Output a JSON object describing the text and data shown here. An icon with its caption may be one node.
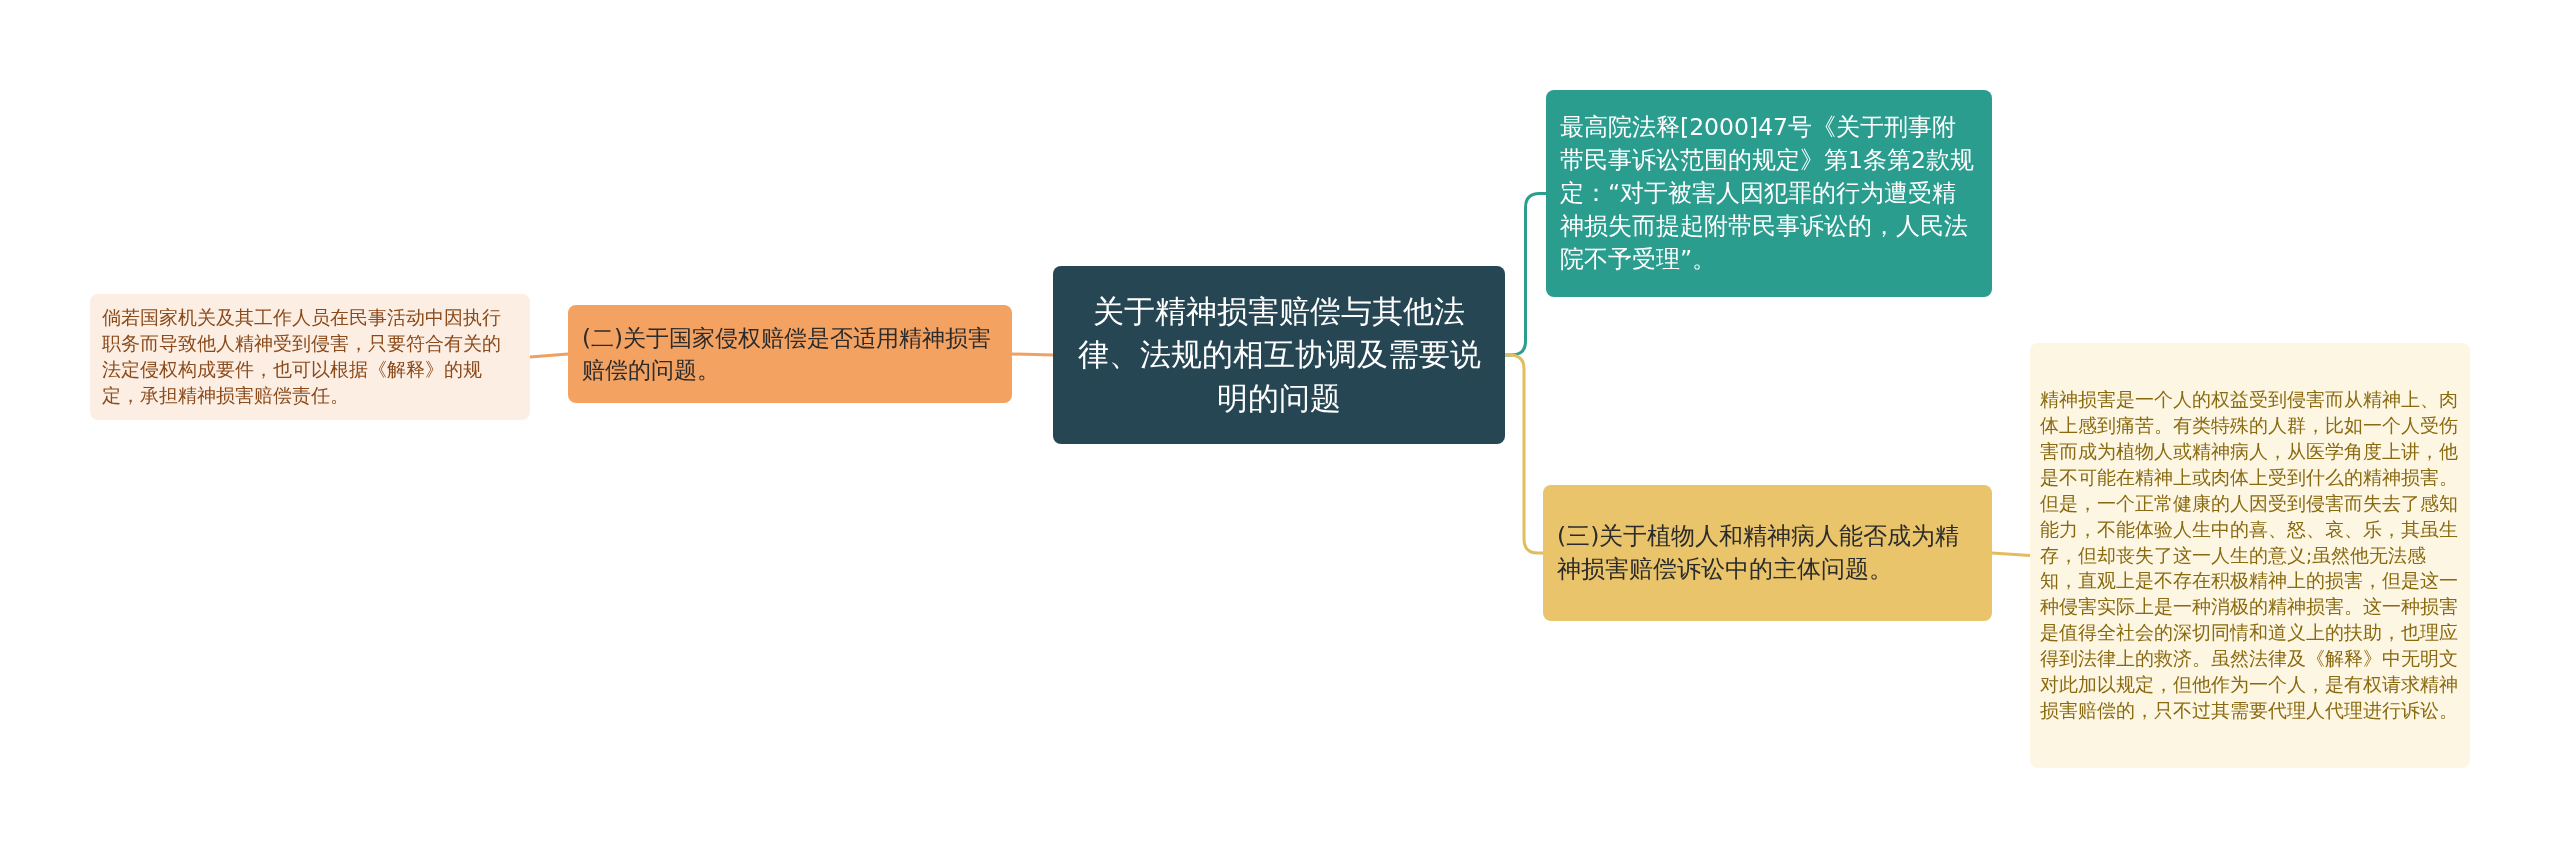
{
  "diagram": {
    "nodes": [
      {
        "text": [
          "关于精神损害赔偿与其他法律、法规的相互协调及需要说明的问题"
        ]
      },
      {
        "text": [
          "(二)关于国家侵权赔偿是否适用精神损害赔偿的问题。"
        ]
      },
      {
        "text": [
          "倘若国家机关及其工作人员在民事活动中因执行职务而导致他人精神受到侵害，只要符合有关的法定侵权构成要件，也可以根据《解释》的规定，承担精神损害赔偿责任。"
        ]
      },
      {
        "text": [
          "最高院法释[2000]47号《关于刑事附带民事诉讼范围的规定》第1条第2款规定：“对于被害人因犯罪的行为遭受精神损失而提起附带民事诉讼的，人民法院不予受理”。"
        ]
      },
      {
        "text": [
          "(三)关于植物人和精神病人能否成为精神损害赔偿诉讼中的主体问题。"
        ]
      },
      {
        "text": [
          "精神损害是一个人的权益受到侵害而从精神上、肉体上感到痛苦。有类特殊的人群，比如一个人受伤害而成为植物人或精神病人，从医学角度上讲，他是不可能在精神上或肉体上受到什么的精神损害。但是，一个正常健康的人因受到侵害而失去了感知能力，不能体验人生中的喜、怒、哀、乐，其虽生存，但却丧失了这一人生的意义;虽然他无法感知，直观上是不存在积极精神上的损害，但是这一种侵害实际上是一种消极的精神损害。这一种损害是值得全社会的深切同情和道义上的扶助，也理应得到法律上的救济。虽然法律及《解释》中无明文对此加以规定，但他作为一个人，是有权请求精神损害赔偿的，只不过其需要代理人代理进行诉讼。"
        ]
      }
    ],
    "edges": [
      {
        "from": 0,
        "to": 1,
        "arrow": "none",
        "color": "#f0a060"
      },
      {
        "from": 1,
        "to": 2,
        "arrow": "none",
        "color": "#f0a060"
      },
      {
        "from": 0,
        "to": 3,
        "arrow": "none",
        "color": "#2a9d8f"
      },
      {
        "from": 0,
        "to": 4,
        "arrow": "none",
        "color": "#e2bd5e"
      },
      {
        "from": 4,
        "to": 5,
        "arrow": "none",
        "color": "#e2bd5e"
      }
    ]
  }
}
